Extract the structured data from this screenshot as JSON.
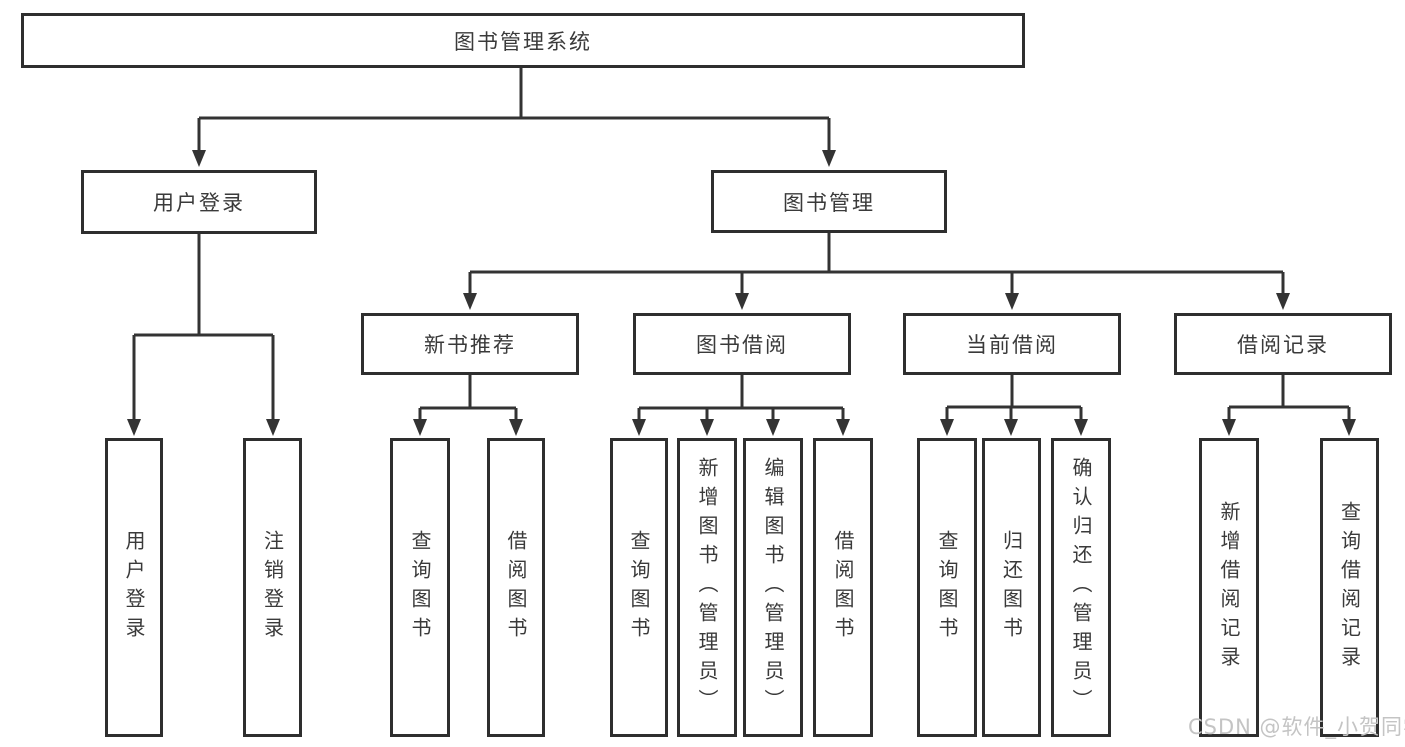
{
  "tree": {
    "label": "图书管理系统",
    "children": [
      {
        "label": "用户登录",
        "children": [
          {
            "label": "用户登录"
          },
          {
            "label": "注销登录"
          }
        ]
      },
      {
        "label": "图书管理",
        "children": [
          {
            "label": "新书推荐",
            "children": [
              {
                "label": "查询图书"
              },
              {
                "label": "借阅图书"
              }
            ]
          },
          {
            "label": "图书借阅",
            "children": [
              {
                "label": "查询图书"
              },
              {
                "label": "新增图书（管理员）"
              },
              {
                "label": "编辑图书（管理员）"
              },
              {
                "label": "借阅图书"
              }
            ]
          },
          {
            "label": "当前借阅",
            "children": [
              {
                "label": "查询图书"
              },
              {
                "label": "归还图书"
              },
              {
                "label": "确认归还（管理员）"
              }
            ]
          },
          {
            "label": "借阅记录",
            "children": [
              {
                "label": "新增借阅记录"
              },
              {
                "label": "查询借阅记录"
              }
            ]
          }
        ]
      }
    ]
  },
  "watermark": "CSDN @软件_小贺同学",
  "colors": {
    "line": "#333333",
    "box_border": "#2e2e2e",
    "box_fill": "#ffffff",
    "text": "#3a3a3a",
    "watermark": "#c4c4c4",
    "background": "#ffffff"
  }
}
